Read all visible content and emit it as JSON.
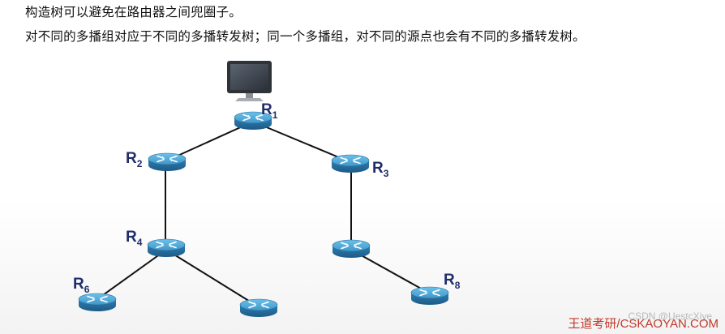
{
  "text": {
    "line1": "构造树可以避免在路由器之间兜圈子。",
    "line2": "对不同的多播组对应于不同的多播转发树；同一个多播组，对不同的源点也会有不同的多播转发树。"
  },
  "diagram": {
    "icons": {
      "computer": "monitor-icon",
      "router": "router-icon"
    },
    "routers": [
      {
        "id": "r1",
        "label": "R",
        "sub": "1"
      },
      {
        "id": "r2",
        "label": "R",
        "sub": "2"
      },
      {
        "id": "r3",
        "label": "R",
        "sub": "3"
      },
      {
        "id": "r4",
        "label": "R",
        "sub": "4"
      },
      {
        "id": "r5",
        "label": "",
        "sub": ""
      },
      {
        "id": "r6",
        "label": "R",
        "sub": "6"
      },
      {
        "id": "r7",
        "label": "",
        "sub": ""
      },
      {
        "id": "r8",
        "label": "R",
        "sub": "8"
      }
    ],
    "links": [
      [
        "r1",
        "r2"
      ],
      [
        "r1",
        "r3"
      ],
      [
        "r2",
        "r4"
      ],
      [
        "r3",
        "r5"
      ],
      [
        "r4",
        "r6"
      ],
      [
        "r4",
        "r7"
      ],
      [
        "r5",
        "r8"
      ]
    ],
    "colors": {
      "router_top": "#4aa8d8",
      "router_side": "#2a6f9e",
      "link": "#111111",
      "label": "#1f2d6b"
    }
  },
  "footer": {
    "brand": "王道考研/CSKAOYAN.COM",
    "watermark": "CSDN @UestcXiye"
  }
}
